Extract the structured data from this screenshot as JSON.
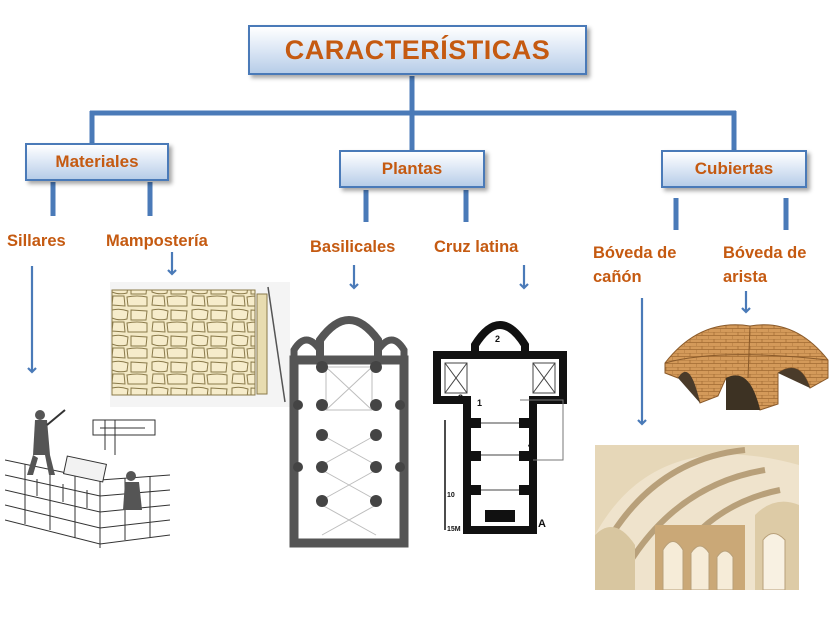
{
  "title": "CARACTERÍSTICAS",
  "categories": {
    "materiales": "Materiales",
    "plantas": "Plantas",
    "cubiertas": "Cubiertas"
  },
  "items": {
    "sillares": "Sillares",
    "mamposteria": "Mampostería",
    "basilicales": "Basilicales",
    "cruz_latina": "Cruz latina",
    "boveda_canon_line1": "Bóveda de",
    "boveda_canon_line2": "cañón",
    "boveda_arista_line1": "Bóveda de",
    "boveda_arista_line2": "arista"
  },
  "plan_labels": {
    "n1": "1",
    "n2": "2",
    "n3": "3",
    "n4": "4",
    "scale_10": "10",
    "scale_15": "15M",
    "letter": "A"
  },
  "colors": {
    "connector": "#4a7ab8",
    "arrow": "#4a7ab8",
    "label": "#c55a11",
    "box_border": "#4a7ab8"
  }
}
